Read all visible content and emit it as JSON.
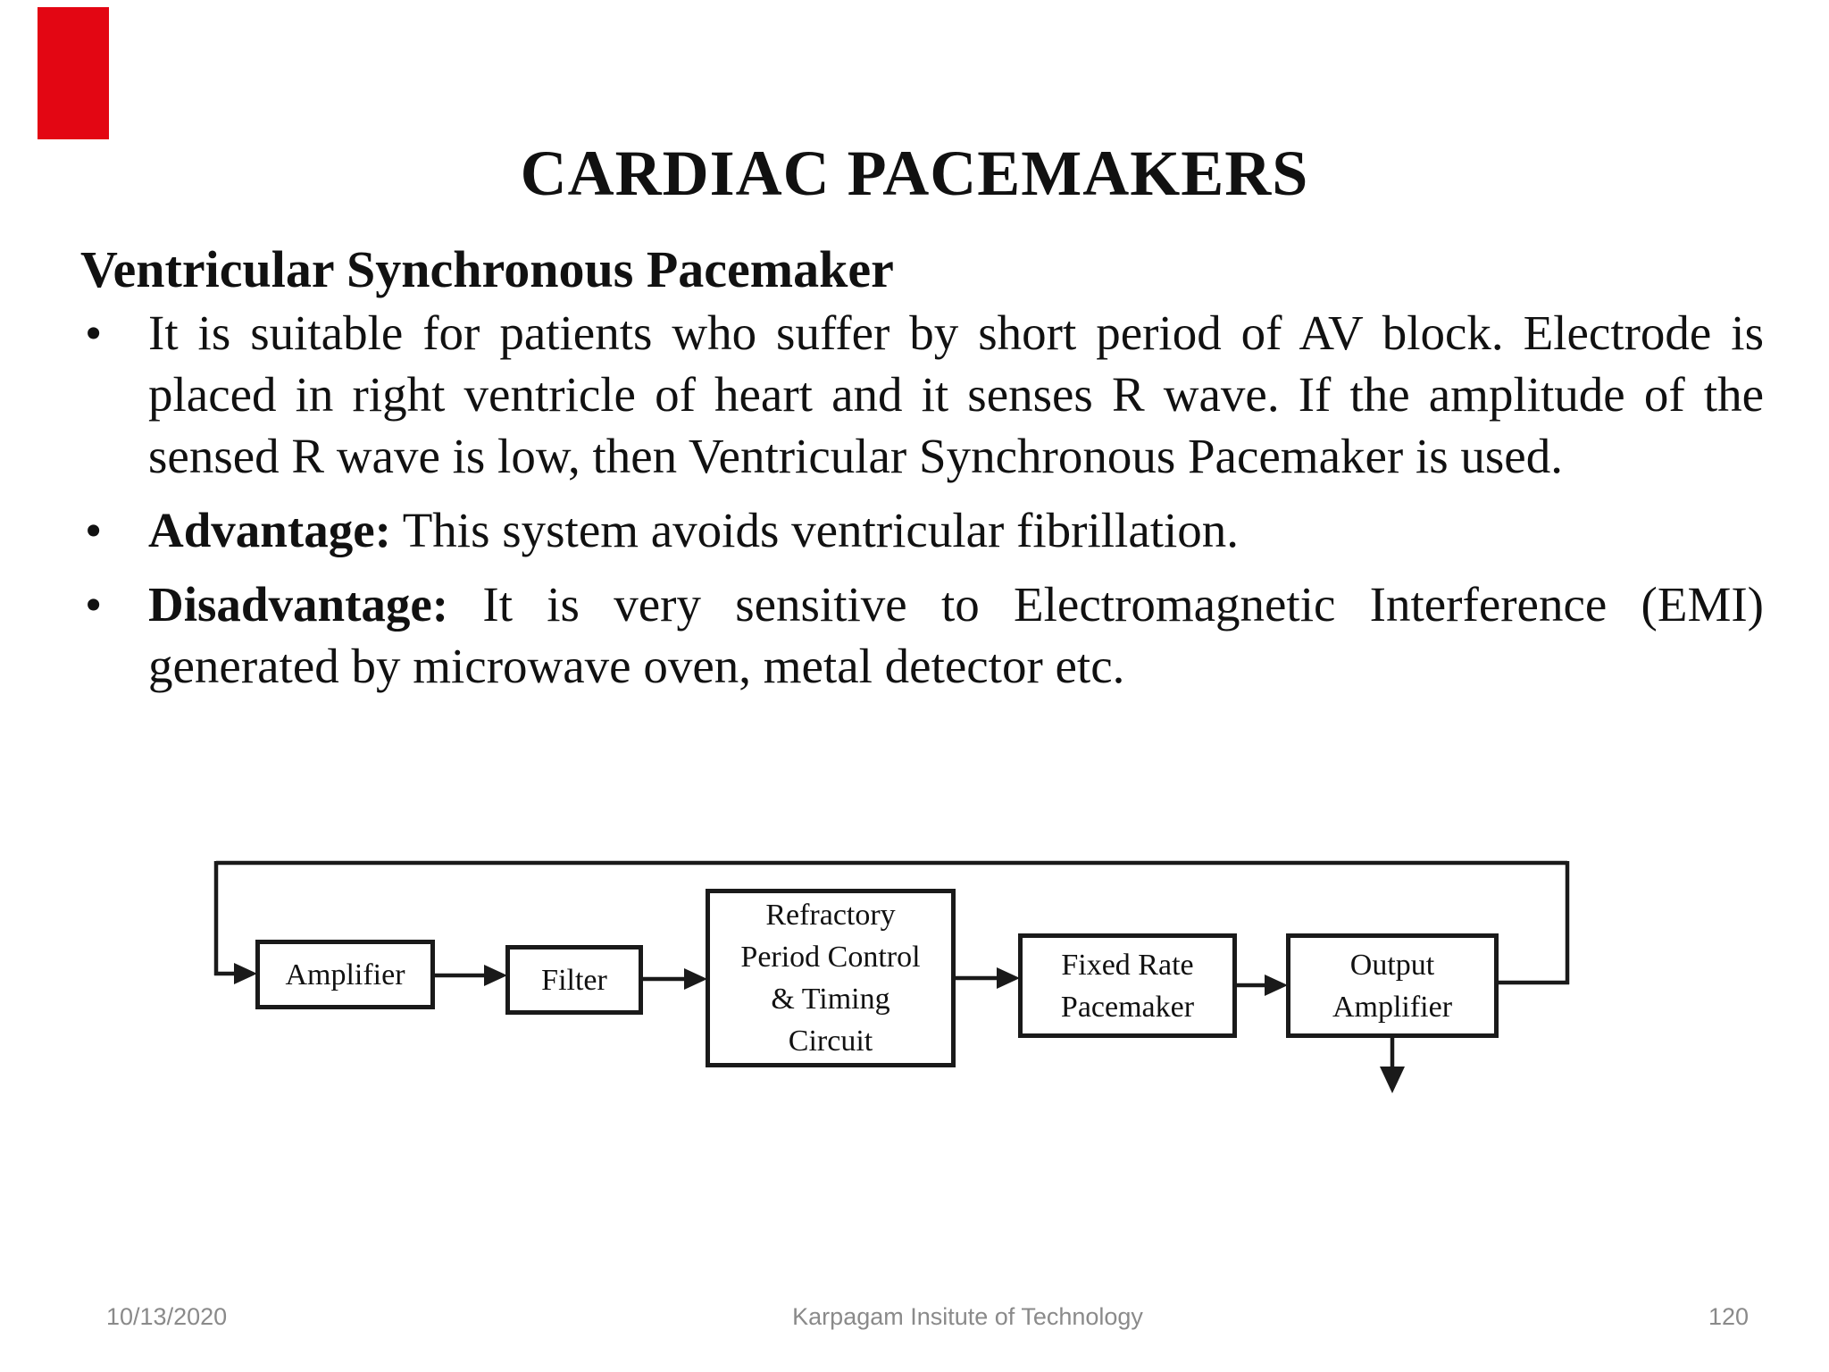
{
  "slide": {
    "accent_color": "#e30613",
    "title": "CARDIAC PACEMAKERS",
    "heading": "Ventricular Synchronous Pacemaker",
    "bullet_glyph": "•",
    "bullets": [
      {
        "lead": "",
        "text": "It is suitable for patients who suffer by short period of AV block. Electrode is placed in right ventricle of heart and it senses R wave. If the amplitude of the sensed R wave is low, then Ventricular Synchronous Pacemaker is used."
      },
      {
        "lead": "Advantage:",
        "text": " This system avoids ventricular fibrillation."
      },
      {
        "lead": "Disadvantage:",
        "text": " It is very sensitive to Electromagnetic Interference (EMI) generated by microwave oven, metal detector etc."
      }
    ]
  },
  "diagram": {
    "boxes": [
      {
        "id": "amplifier",
        "label": "Amplifier",
        "lines": [
          "Amplifier"
        ]
      },
      {
        "id": "filter",
        "label": "Filter",
        "lines": [
          "Filter"
        ]
      },
      {
        "id": "refractory",
        "label": "Refractory Period Control & Timing Circuit",
        "lines": [
          "Refractory",
          "Period Control",
          "& Timing",
          "Circuit"
        ]
      },
      {
        "id": "fixed-rate",
        "label": "Fixed Rate Pacemaker",
        "lines": [
          "Fixed Rate",
          "Pacemaker"
        ]
      },
      {
        "id": "output-amplifier",
        "label": "Output Amplifier",
        "lines": [
          "Output",
          "Amplifier"
        ]
      }
    ]
  },
  "footer": {
    "date": "10/13/2020",
    "institution": "Karpagam Insitute of Technology",
    "page": "120"
  }
}
